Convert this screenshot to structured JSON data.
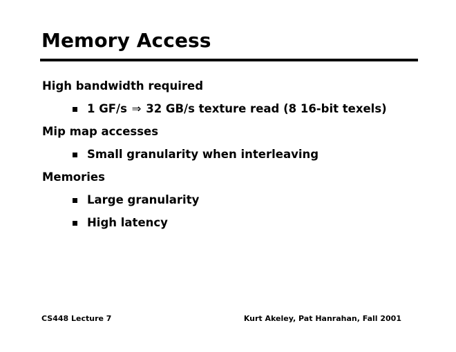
{
  "slide": {
    "title": "Memory Access",
    "body": [
      {
        "level": 1,
        "text": "High bandwidth required"
      },
      {
        "level": 2,
        "text_before_arrow": "1 GF/s ",
        "arrow": "⇒",
        "text_after_arrow": " 32 GB/s texture read (8 16-bit texels)"
      },
      {
        "level": 1,
        "text": "Mip map accesses"
      },
      {
        "level": 2,
        "text": "Small granularity when interleaving"
      },
      {
        "level": 1,
        "text": "Memories"
      },
      {
        "level": 2,
        "text": "Large granularity"
      },
      {
        "level": 2,
        "text": "High latency"
      }
    ],
    "footer": {
      "left": "CS448 Lecture 7",
      "right": "Kurt Akeley, Pat Hanrahan, Fall 2001"
    },
    "colors": {
      "background": "#ffffff",
      "text": "#000000",
      "rule": "#000000"
    }
  }
}
